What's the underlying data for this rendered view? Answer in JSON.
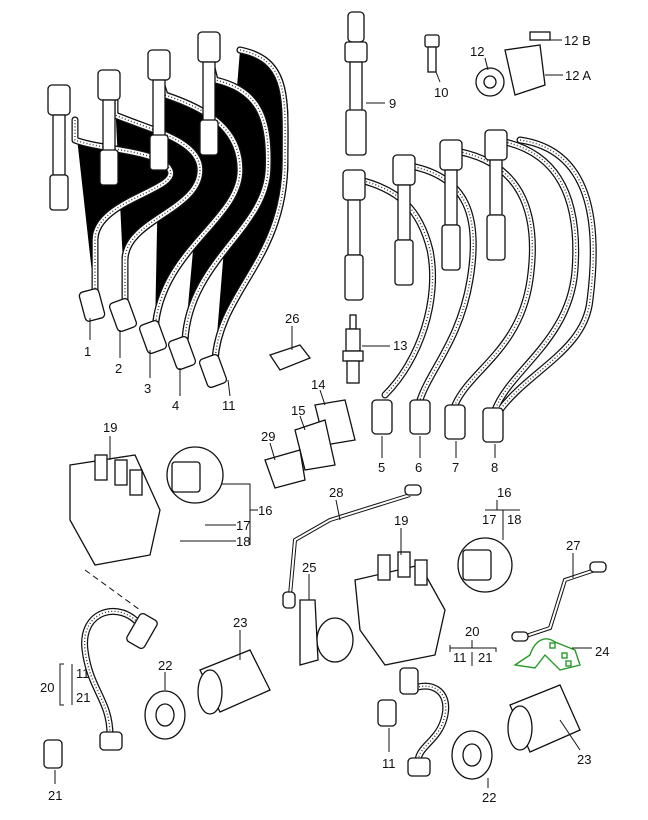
{
  "diagram": {
    "highlight_color": "#2a9a2a",
    "highlighted_part": "24",
    "labels": {
      "p1": "1",
      "p2": "2",
      "p3": "3",
      "p4": "4",
      "p11a": "11",
      "p26": "26",
      "p13": "13",
      "p14": "14",
      "p15": "15",
      "p29": "29",
      "p9": "9",
      "p10": "10",
      "p12": "12",
      "p12b": "12 B",
      "p12a": "12 A",
      "p5": "5",
      "p6": "6",
      "p7": "7",
      "p8": "8",
      "p19a": "19",
      "p16a": "16",
      "p17a": "17",
      "p18a": "18",
      "p28": "28",
      "p25": "25",
      "p23a": "23",
      "p22a": "22",
      "p20a": "20",
      "p20a_11": "11",
      "p20a_21": "21",
      "p21": "21",
      "p19b": "19",
      "p16b": "16",
      "p16b_17": "17",
      "p16b_18": "18",
      "p27": "27",
      "p24": "24",
      "p20b": "20",
      "p20b_11": "11",
      "p20b_21": "21",
      "p11b": "11",
      "p22b": "22",
      "p23b": "23"
    }
  }
}
